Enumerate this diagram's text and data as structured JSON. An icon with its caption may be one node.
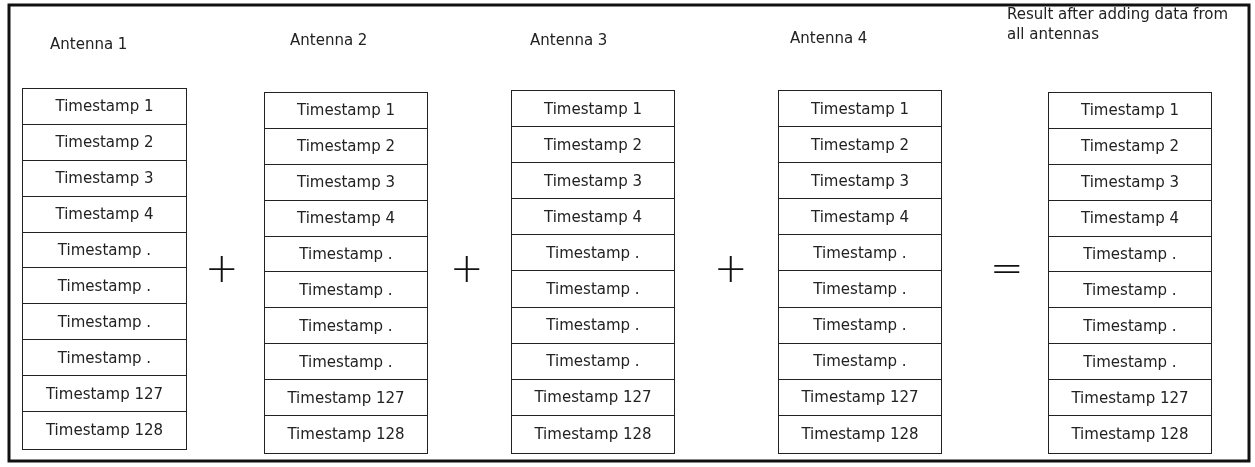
{
  "diagram": {
    "nodes": [
      {
        "text": [
          "Antenna 1"
        ]
      },
      {
        "text": [
          "Timestamp 1"
        ],
        "in": 0
      },
      {
        "text": [
          "Timestamp 2"
        ],
        "in": 0
      },
      {
        "text": [
          "Timestamp 3"
        ],
        "in": 0
      },
      {
        "text": [
          "Timestamp 4"
        ],
        "in": 0
      },
      {
        "text": [
          "Timestamp ."
        ],
        "in": 0
      },
      {
        "text": [
          "Timestamp ."
        ],
        "in": 0
      },
      {
        "text": [
          "Timestamp ."
        ],
        "in": 0
      },
      {
        "text": [
          "Timestamp ."
        ],
        "in": 0
      },
      {
        "text": [
          "Timestamp 127"
        ],
        "in": 0
      },
      {
        "text": [
          "Timestamp 128"
        ],
        "in": 0
      },
      {
        "text": [
          "Antenna 2"
        ]
      },
      {
        "text": [
          "Timestamp 1"
        ],
        "in": 11
      },
      {
        "text": [
          "Timestamp 2"
        ],
        "in": 11
      },
      {
        "text": [
          "Timestamp 3"
        ],
        "in": 11
      },
      {
        "text": [
          "Timestamp 4"
        ],
        "in": 11
      },
      {
        "text": [
          "Timestamp ."
        ],
        "in": 11
      },
      {
        "text": [
          "Timestamp ."
        ],
        "in": 11
      },
      {
        "text": [
          "Timestamp ."
        ],
        "in": 11
      },
      {
        "text": [
          "Timestamp ."
        ],
        "in": 11
      },
      {
        "text": [
          "Timestamp 127"
        ],
        "in": 11
      },
      {
        "text": [
          "Timestamp 128"
        ],
        "in": 11
      },
      {
        "text": [
          "Antenna 3"
        ]
      },
      {
        "text": [
          "Timestamp 1"
        ],
        "in": 22
      },
      {
        "text": [
          "Timestamp 2"
        ],
        "in": 22
      },
      {
        "text": [
          "Timestamp 3"
        ],
        "in": 22
      },
      {
        "text": [
          "Timestamp 4"
        ],
        "in": 22
      },
      {
        "text": [
          "Timestamp ."
        ],
        "in": 22
      },
      {
        "text": [
          "Timestamp ."
        ],
        "in": 22
      },
      {
        "text": [
          "Timestamp ."
        ],
        "in": 22
      },
      {
        "text": [
          "Timestamp ."
        ],
        "in": 22
      },
      {
        "text": [
          "Timestamp 127"
        ],
        "in": 22
      },
      {
        "text": [
          "Timestamp 128"
        ],
        "in": 22
      },
      {
        "text": [
          "Antenna 4"
        ]
      },
      {
        "text": [
          "Timestamp 1"
        ],
        "in": 33
      },
      {
        "text": [
          "Timestamp 2"
        ],
        "in": 33
      },
      {
        "text": [
          "Timestamp 3"
        ],
        "in": 33
      },
      {
        "text": [
          "Timestamp 4"
        ],
        "in": 33
      },
      {
        "text": [
          "Timestamp ."
        ],
        "in": 33
      },
      {
        "text": [
          "Timestamp ."
        ],
        "in": 33
      },
      {
        "text": [
          "Timestamp ."
        ],
        "in": 33
      },
      {
        "text": [
          "Timestamp ."
        ],
        "in": 33
      },
      {
        "text": [
          "Timestamp 127"
        ],
        "in": 33
      },
      {
        "text": [
          "Timestamp 128"
        ],
        "in": 33
      },
      {
        "text": [
          "Result after adding data from all antennas"
        ]
      },
      {
        "text": [
          "Timestamp 1"
        ],
        "in": 44
      },
      {
        "text": [
          "Timestamp 2"
        ],
        "in": 44
      },
      {
        "text": [
          "Timestamp 3"
        ],
        "in": 44
      },
      {
        "text": [
          "Timestamp 4"
        ],
        "in": 44
      },
      {
        "text": [
          "Timestamp ."
        ],
        "in": 44
      },
      {
        "text": [
          "Timestamp ."
        ],
        "in": 44
      },
      {
        "text": [
          "Timestamp ."
        ],
        "in": 44
      },
      {
        "text": [
          "Timestamp ."
        ],
        "in": 44
      },
      {
        "text": [
          "Timestamp 127"
        ],
        "in": 44
      },
      {
        "text": [
          "Timestamp 128"
        ],
        "in": 44
      }
    ],
    "labels": [
      "+",
      "+",
      "+",
      "="
    ]
  }
}
